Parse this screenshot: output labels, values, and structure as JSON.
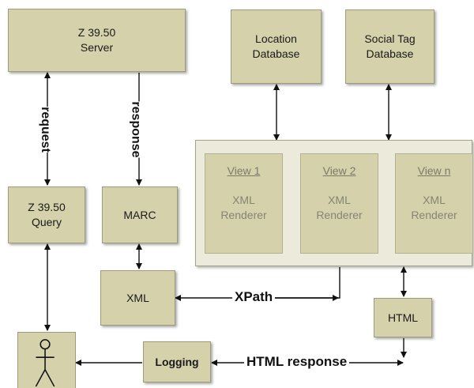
{
  "nodes": {
    "z3950_server": [
      "Z 39.50",
      "Server"
    ],
    "location_db": [
      "Location",
      "Database"
    ],
    "social_tag_db": [
      "Social Tag",
      "Database"
    ],
    "z3950_query": [
      "Z 39.50",
      "Query"
    ],
    "marc": "MARC",
    "xml": "XML",
    "html": "HTML",
    "logging": "Logging"
  },
  "views": [
    {
      "title": "View 1",
      "renderer": [
        "XML",
        "Renderer"
      ]
    },
    {
      "title": "View 2",
      "renderer": [
        "XML",
        "Renderer"
      ]
    },
    {
      "title": "View n",
      "renderer": [
        "XML",
        "Renderer"
      ]
    }
  ],
  "edges": {
    "request": "request",
    "response": "response",
    "xpath": "XPath",
    "html_response": "HTML response"
  }
}
